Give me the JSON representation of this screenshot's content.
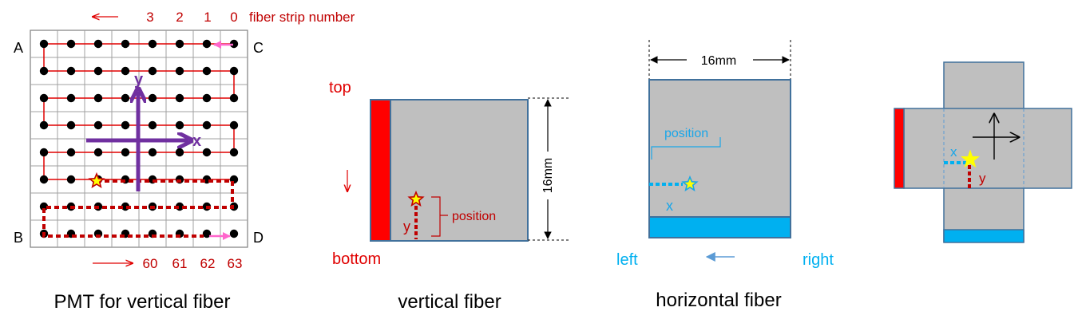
{
  "colors": {
    "red": "#e00000",
    "dark_red": "#c00000",
    "purple": "#7030a0",
    "cyan": "#00b0f0",
    "sky": "#1aa6e8",
    "gray": "#bfbfbf",
    "border": "#41719c",
    "pink": "#ff66cc",
    "yellow": "#ffff00",
    "star_outline": "#c00000",
    "arrow_blue": "#5b9bd5"
  },
  "panel1": {
    "top_strip_numbers": [
      "3",
      "2",
      "1",
      "0"
    ],
    "top_caption": "fiber strip number",
    "bottom_strip_numbers": [
      "60",
      "61",
      "62",
      "63"
    ],
    "corner_a": "A",
    "corner_b": "B",
    "corner_c": "C",
    "corner_d": "D",
    "axis_x": "x",
    "axis_y": "y",
    "title": "PMT for vertical fiber"
  },
  "panel2": {
    "top_label": "top",
    "bottom_label": "bottom",
    "size_label": "16mm",
    "y_label": "y",
    "position_label": "position",
    "title": "vertical fiber"
  },
  "panel3": {
    "size_label": "16mm",
    "position_label": "position",
    "x_label": "x",
    "left_label": "left",
    "right_label": "right",
    "title": "horizontal fiber"
  },
  "panel4": {
    "x_label": "x",
    "y_label": "y"
  }
}
